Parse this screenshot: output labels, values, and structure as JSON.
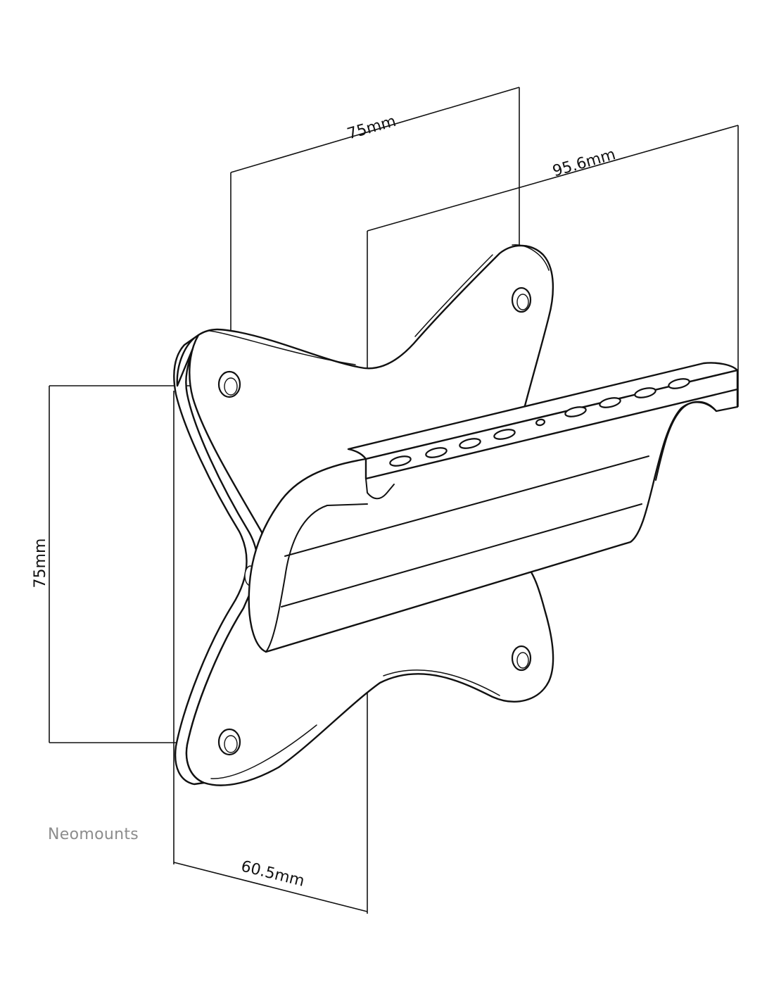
{
  "dimensions": {
    "top_hole_spacing": "75mm",
    "arm_length": "95.6mm",
    "vertical_hole_spacing": "75mm",
    "plate_depth": "60.5mm"
  },
  "brand": {
    "name": "Neomounts"
  },
  "colors": {
    "line": "#111111",
    "brand_text": "#8c8c8c",
    "background": "#ffffff"
  }
}
